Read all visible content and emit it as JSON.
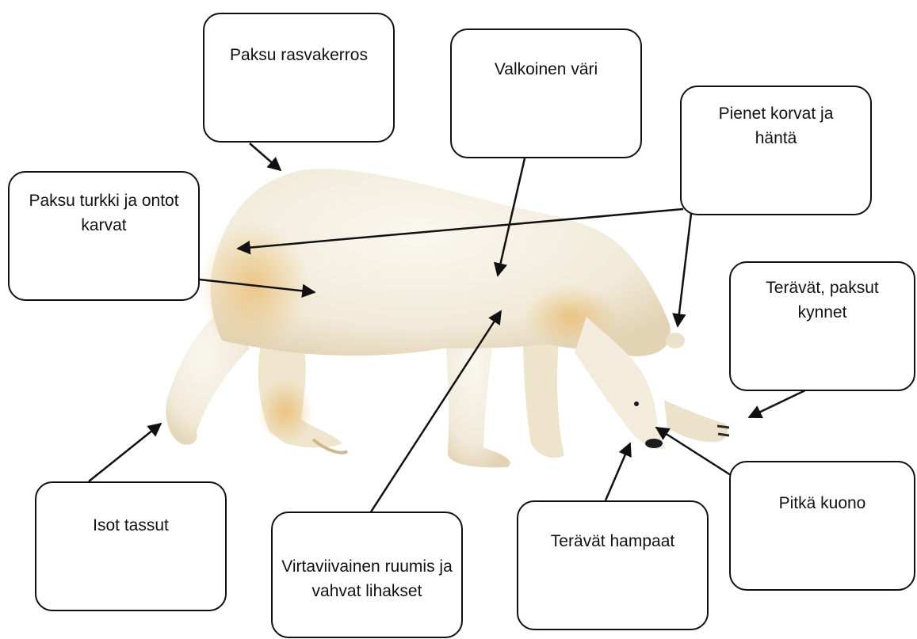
{
  "diagram": {
    "subject_colors": {
      "fur": "#f4efe2",
      "fur_shade": "#e7d6b6",
      "fur_yellow": "#e8b96c",
      "nose": "#1d1d1d"
    },
    "labels": [
      {
        "id": "fat",
        "text": "Paksu rasvakerros"
      },
      {
        "id": "color",
        "text": "Valkoinen väri"
      },
      {
        "id": "ears",
        "text": "Pienet korvat ja häntä"
      },
      {
        "id": "fur",
        "text": "Paksu turkki ja ontot karvat"
      },
      {
        "id": "claws",
        "text": "Terävät, paksut kynnet"
      },
      {
        "id": "paws",
        "text": "Isot tassut"
      },
      {
        "id": "body",
        "text": "Virtaviivainen ruumis ja vahvat lihakset"
      },
      {
        "id": "teeth",
        "text": "Terävät hampaat"
      },
      {
        "id": "snout",
        "text": "Pitkä kuono"
      }
    ]
  }
}
